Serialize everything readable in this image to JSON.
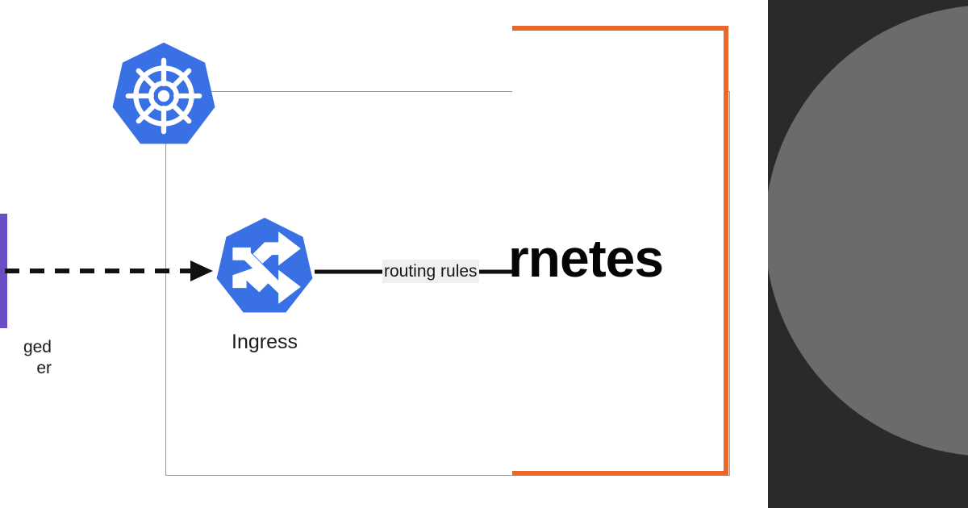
{
  "page": {
    "title": "Kubernetes ingress routing diagram",
    "background": "#ffffff"
  },
  "colors": {
    "kubernetes_blue": "#3970e4",
    "orange_frame": "#e8672a",
    "purple_bar": "#6a4fc4",
    "cluster_border": "#9a9a9a",
    "dark_panel": "#2a2a2a",
    "gray_disc": "#6b6b6b",
    "label_background": "#efefef",
    "text": "#1b1b1b"
  },
  "diagram": {
    "external_source": {
      "bar_name": "managed-load-balancer-bar",
      "caption": "ged\ner"
    },
    "cluster": {
      "logo_name": "kubernetes-logo",
      "boundary_name": "kubernetes-cluster-boundary"
    },
    "nodes": [
      {
        "id": "ingress",
        "label": "Ingress",
        "icon": "ingress-shuffle-icon"
      }
    ],
    "edges": [
      {
        "id": "inbound-traffic",
        "style": "dashed",
        "label": "",
        "arrowhead": true
      },
      {
        "id": "routing-rules",
        "style": "solid",
        "label": "routing rules",
        "arrowhead": false
      }
    ]
  },
  "overlay": {
    "wordmark": "rnetes",
    "frame_color": "#e8672a"
  },
  "right_panel": {
    "shape": "circle",
    "background": "#2a2a2a",
    "circle_color": "#6b6b6b"
  }
}
